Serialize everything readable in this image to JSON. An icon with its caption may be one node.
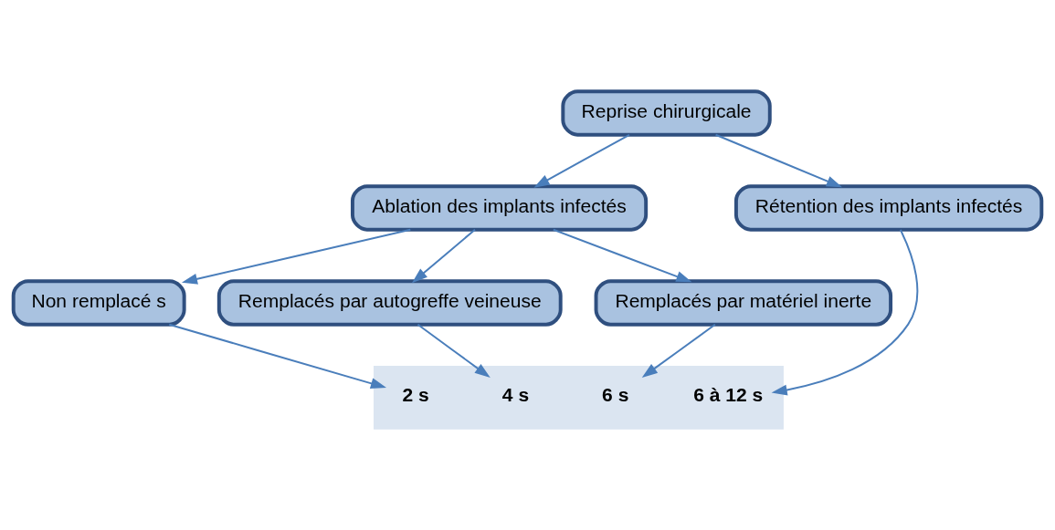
{
  "diagram": {
    "nodes": [
      {
        "text": [
          "Reprise chirurgicale"
        ]
      },
      {
        "text": [
          "Ablation des implants infectés"
        ]
      },
      {
        "text": [
          "Rétention des implants infectés"
        ]
      },
      {
        "text": [
          "Non remplacé s"
        ]
      },
      {
        "text": [
          "Remplacés par autogreffe veineuse"
        ]
      },
      {
        "text": [
          "Remplacés par matériel inerte"
        ]
      },
      {
        "text": [],
        "shape": "bar"
      },
      {
        "text": [
          "2 s"
        ],
        "in": 6
      },
      {
        "text": [
          "4 s"
        ],
        "in": 6
      },
      {
        "text": [
          "6 s"
        ],
        "in": 6
      },
      {
        "text": [
          "6 à 12 s"
        ],
        "in": 6
      }
    ],
    "edges": [
      {
        "from": 0,
        "to": 1,
        "arrow": "to"
      },
      {
        "from": 0,
        "to": 2,
        "arrow": "to"
      },
      {
        "from": 1,
        "to": 3,
        "arrow": "to"
      },
      {
        "from": 1,
        "to": 4,
        "arrow": "to"
      },
      {
        "from": 1,
        "to": 5,
        "arrow": "to"
      },
      {
        "from": 3,
        "to": 7,
        "arrow": "to"
      },
      {
        "from": 4,
        "to": 8,
        "arrow": "to"
      },
      {
        "from": 5,
        "to": 9,
        "arrow": "to"
      },
      {
        "from": 2,
        "to": 10,
        "arrow": "to"
      }
    ]
  }
}
